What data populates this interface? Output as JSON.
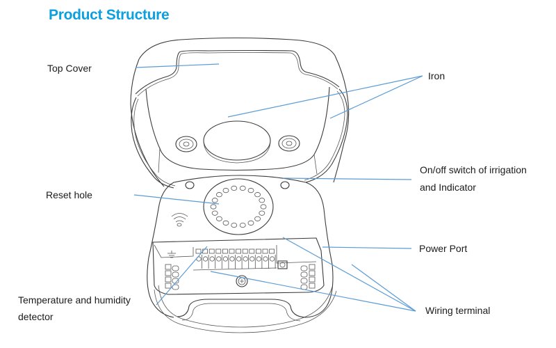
{
  "title": "Product Structure",
  "labels": {
    "top_cover": "Top Cover",
    "iron": "Iron",
    "on_off_line1": "On/off switch of irrigation",
    "on_off_line2": "and Indicator",
    "reset_hole": "Reset hole",
    "power_port": "Power Port",
    "temp_line1": "Temperature and humidity",
    "temp_line2": "detector",
    "wiring_terminal": "Wiring terminal"
  },
  "colors": {
    "title": "#0ca0e0",
    "callout": "#5b9bd5",
    "drawing": "#3a3a3a"
  }
}
